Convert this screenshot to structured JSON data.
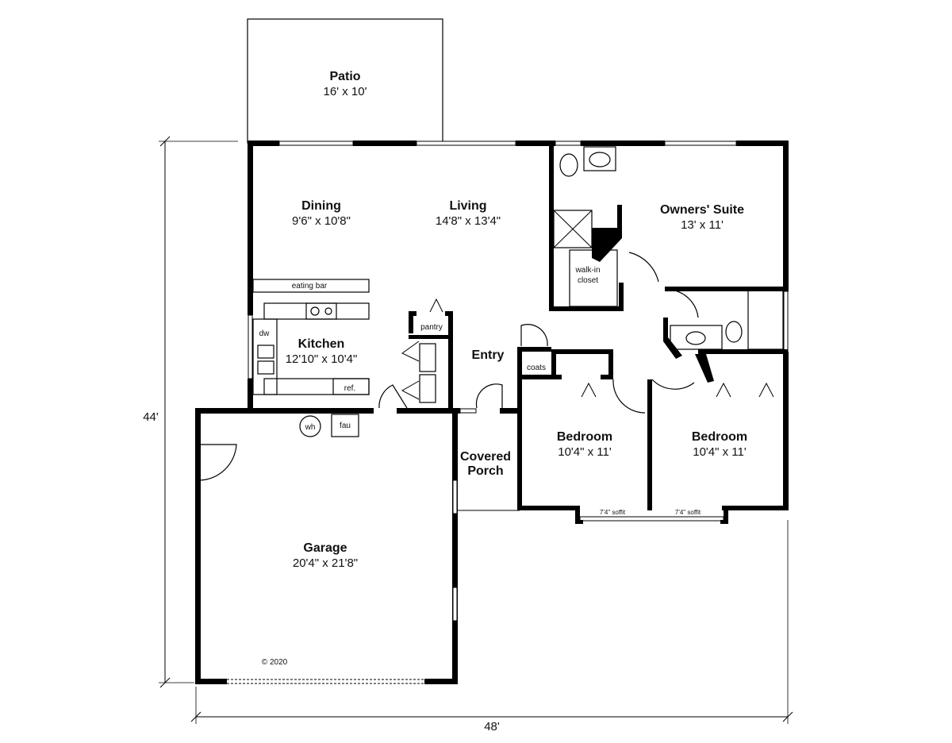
{
  "rooms": {
    "patio": {
      "name": "Patio",
      "size": "16' x 10'"
    },
    "dining": {
      "name": "Dining",
      "size": "9'6\" x 10'8\""
    },
    "living": {
      "name": "Living",
      "size": "14'8\" x 13'4\""
    },
    "owners_suite": {
      "name": "Owners' Suite",
      "size": "13' x 11'"
    },
    "kitchen": {
      "name": "Kitchen",
      "size": "12'10\" x 10'4\""
    },
    "entry": {
      "name": "Entry"
    },
    "bedroom1": {
      "name": "Bedroom",
      "size": "10'4\" x 11'"
    },
    "bedroom2": {
      "name": "Bedroom",
      "size": "10'4\" x 11'"
    },
    "covered_porch": {
      "name_line1": "Covered",
      "name_line2": "Porch"
    },
    "garage": {
      "name": "Garage",
      "size": "20'4\" x 21'8\""
    }
  },
  "labels": {
    "eating_bar": "eating bar",
    "dw": "dw",
    "ref": "ref.",
    "pantry": "pantry",
    "walk_in_1": "walk-in",
    "walk_in_2": "closet",
    "coats": "coats",
    "wh": "wh",
    "fau": "fau",
    "soffit1": "7'4\" soffit",
    "soffit2": "7'4\" soffit",
    "copyright": "© 2020"
  },
  "dimensions": {
    "depth": "44'",
    "width": "48'"
  }
}
